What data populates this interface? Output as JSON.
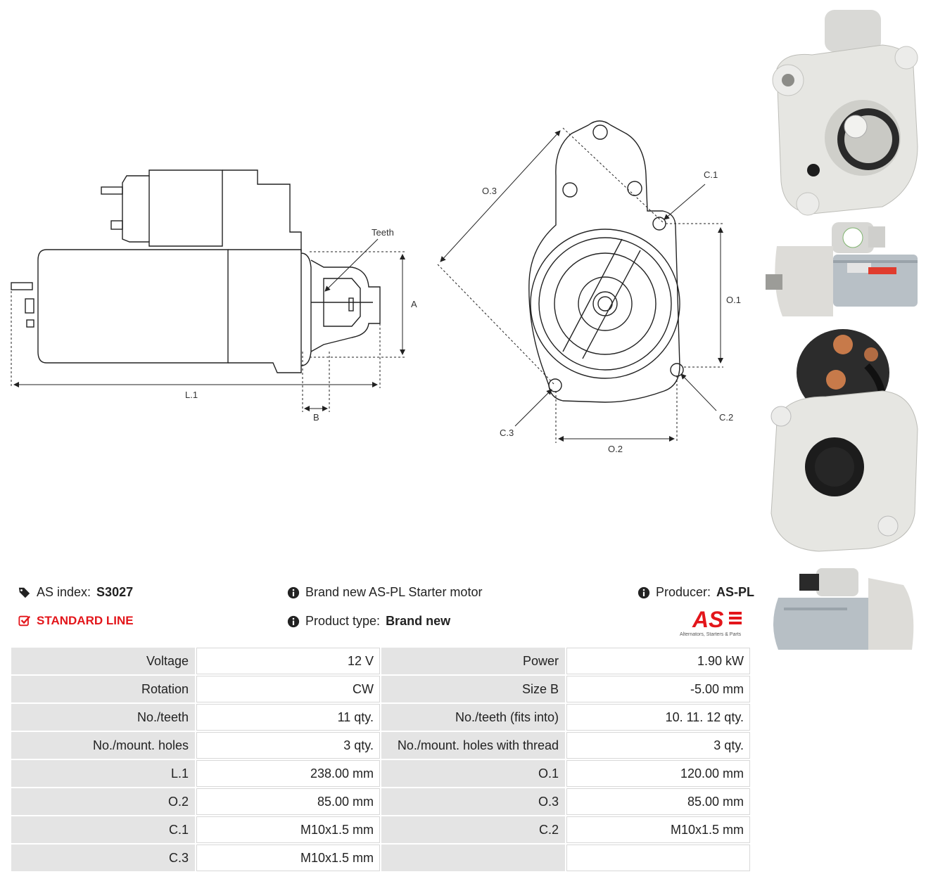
{
  "diagram": {
    "labels": {
      "teeth": "Teeth",
      "a": "A",
      "b": "B",
      "l1": "L.1",
      "o1": "O.1",
      "o2": "O.2",
      "o3": "O.3",
      "c1": "C.1",
      "c2": "C.2",
      "c3": "C.3"
    }
  },
  "info": {
    "as_index_label": "AS index:",
    "as_index_value": "S3027",
    "standard_line": "STANDARD LINE",
    "brand_text": "Brand new AS-PL Starter motor",
    "product_type_label": "Product type:",
    "product_type_value": "Brand new",
    "producer_label": "Producer:",
    "producer_value": "AS-PL",
    "logo_text": "AS",
    "logo_tagline": "Alternators, Starters & Parts",
    "icons": {
      "tag": "tags-icon",
      "check": "check-square-icon",
      "info": "info-circle-icon"
    }
  },
  "specs": [
    {
      "l1": "Voltage",
      "v1": "12 V",
      "l2": "Power",
      "v2": "1.90 kW"
    },
    {
      "l1": "Rotation",
      "v1": "CW",
      "l2": "Size B",
      "v2": "-5.00 mm"
    },
    {
      "l1": "No./teeth",
      "v1": "11 qty.",
      "l2": "No./teeth (fits into)",
      "v2": "10. 11. 12 qty."
    },
    {
      "l1": "No./mount. holes",
      "v1": "3 qty.",
      "l2": "No./mount. holes with thread",
      "v2": "3 qty."
    },
    {
      "l1": "L.1",
      "v1": "238.00 mm",
      "l2": "O.1",
      "v2": "120.00 mm"
    },
    {
      "l1": "O.2",
      "v1": "85.00 mm",
      "l2": "O.3",
      "v2": "85.00 mm"
    },
    {
      "l1": "C.1",
      "v1": "M10x1.5 mm",
      "l2": "C.2",
      "v2": "M10x1.5 mm"
    },
    {
      "l1": "C.3",
      "v1": "M10x1.5 mm",
      "l2": "",
      "v2": ""
    }
  ],
  "colors": {
    "accent_red": "#e3161b",
    "label_bg": "#e4e4e4"
  }
}
